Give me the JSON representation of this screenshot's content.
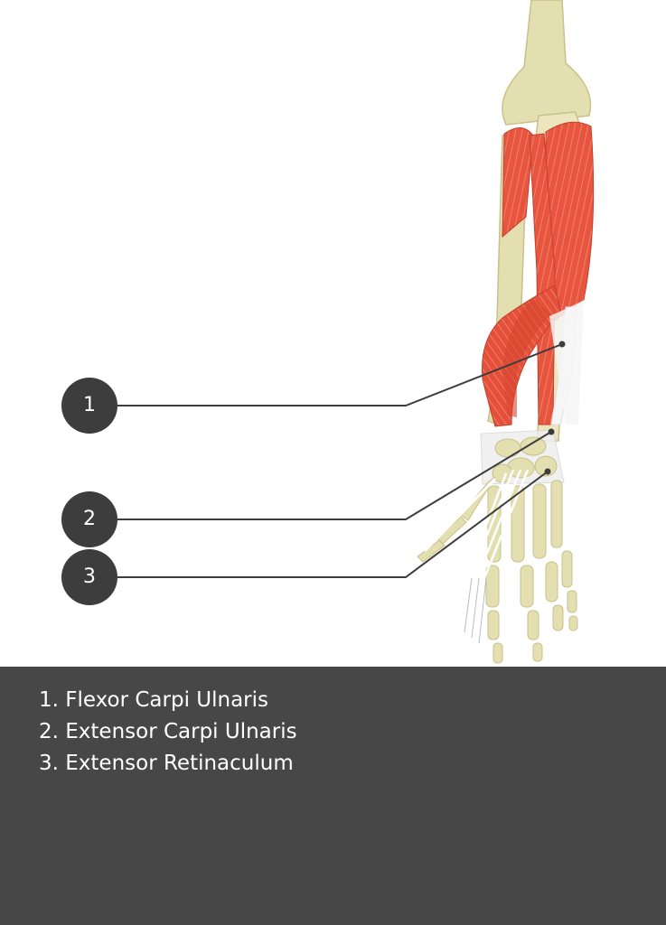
{
  "colors": {
    "muscle": "#e8553f",
    "muscle_stripe": "#f4917f",
    "bone": "#e4dfb0",
    "bone_edge": "#c9c08a",
    "tendon": "#f6f6f6",
    "leader_line": "#3d3d3d",
    "marker_bg": "#3d3d3d",
    "legend_bg": "#474747"
  },
  "markers": [
    {
      "label": "1"
    },
    {
      "label": "2"
    },
    {
      "label": "3"
    }
  ],
  "legend": {
    "items": [
      {
        "text": "1. Flexor Carpi Ulnaris"
      },
      {
        "text": "2. Extensor Carpi Ulnaris"
      },
      {
        "text": "3. Extensor Retinaculum"
      }
    ]
  }
}
